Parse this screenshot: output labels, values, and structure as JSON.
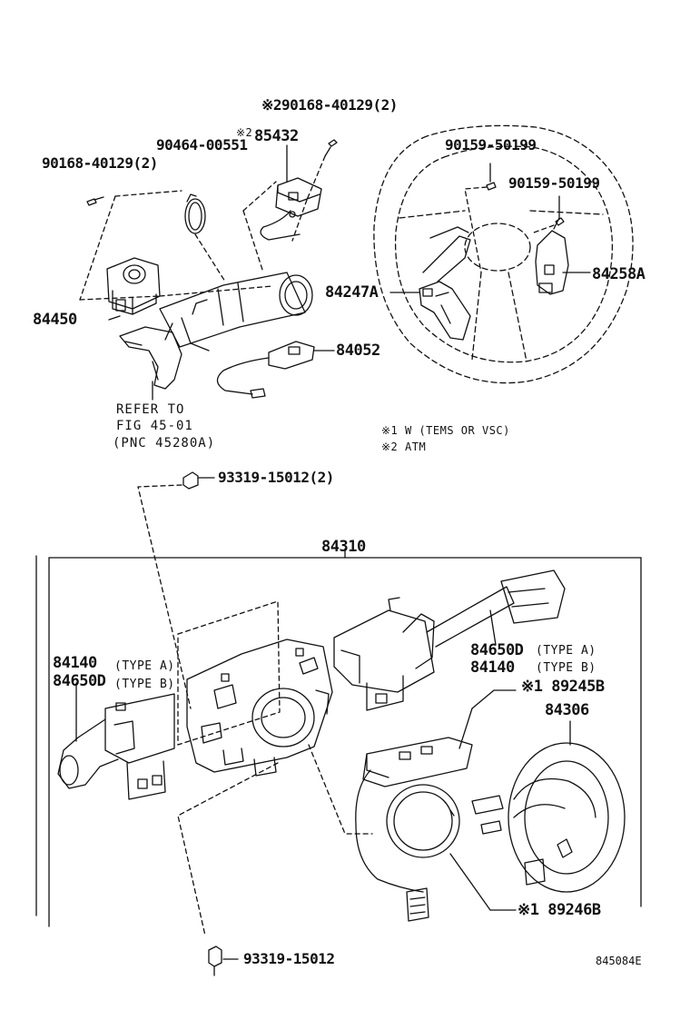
{
  "diagram": {
    "parts": {
      "p_90168_left": "90168-40129(2)",
      "p_90464": "90464-00551",
      "p_85432_mark": "※2",
      "p_85432": "85432",
      "p_90168_top": "※290168-40129(2)",
      "p_90159_a": "90159-50199",
      "p_90159_b": "90159-50199",
      "p_84258A": "84258A",
      "p_84247A": "84247A",
      "p_84450": "84450",
      "p_84052": "84052",
      "p_93319_top": "93319-15012(2)",
      "p_84310": "84310",
      "p_84140_left": "84140",
      "p_84650D_left": "84650D",
      "p_84650D_right": "84650D",
      "p_84140_right": "84140",
      "p_89245B": "※1 89245B",
      "p_84306": "84306",
      "p_89246B": "※1 89246B",
      "p_93319_bottom": "93319-15012"
    },
    "type_labels": {
      "left_a": "(TYPE A)",
      "left_b": "(TYPE B)",
      "right_a": "(TYPE A)",
      "right_b": "(TYPE B)"
    },
    "reference": {
      "line1": "REFER TO",
      "line2": "FIG 45-01",
      "line3": "(PNC 45280A)"
    },
    "notes": {
      "n1": "※1 W (TEMS OR VSC)",
      "n2": "※2 ATM"
    },
    "catalog_code": "845084E"
  }
}
